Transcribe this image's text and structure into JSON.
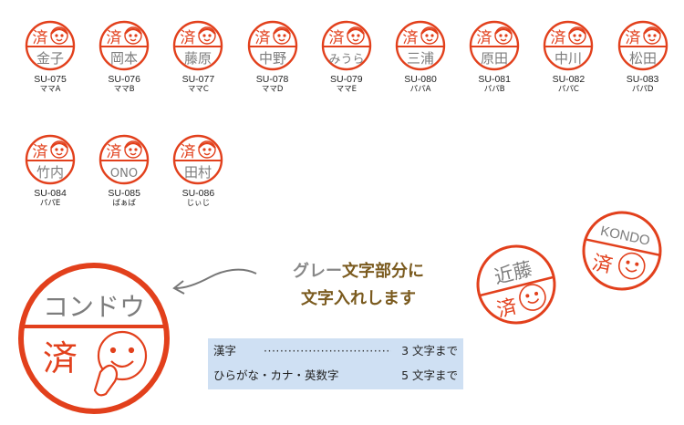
{
  "colors": {
    "stamp_red": "#e2401c",
    "stamp_gray": "#7d7d7d",
    "note_gray": "#888888",
    "note_brown": "#7a5a1e",
    "limits_bg": "#cfe0f3"
  },
  "stamp_top_char": "済",
  "stamps": [
    {
      "code": "SU-075",
      "name": "金子",
      "variant": "ママA",
      "face": "mama-a-face-icon"
    },
    {
      "code": "SU-076",
      "name": "岡本",
      "variant": "ママB",
      "face": "mama-b-face-icon"
    },
    {
      "code": "SU-077",
      "name": "藤原",
      "variant": "ママC",
      "face": "mama-c-face-icon"
    },
    {
      "code": "SU-078",
      "name": "中野",
      "variant": "ママD",
      "face": "mama-d-face-icon"
    },
    {
      "code": "SU-079",
      "name": "みうら",
      "variant": "ママE",
      "face": "mama-e-face-icon"
    },
    {
      "code": "SU-080",
      "name": "三浦",
      "variant": "パパA",
      "face": "papa-a-face-icon"
    },
    {
      "code": "SU-081",
      "name": "原田",
      "variant": "パパB",
      "face": "papa-b-face-icon"
    },
    {
      "code": "SU-082",
      "name": "中川",
      "variant": "パパC",
      "face": "papa-c-face-icon"
    },
    {
      "code": "SU-083",
      "name": "松田",
      "variant": "パパD",
      "face": "papa-d-face-icon"
    },
    {
      "code": "SU-084",
      "name": "竹内",
      "variant": "パパE",
      "face": "papa-e-face-icon"
    },
    {
      "code": "SU-085",
      "name": "ONO",
      "variant": "ばぁば",
      "face": "grandma-face-icon"
    },
    {
      "code": "SU-086",
      "name": "田村",
      "variant": "じぃじ",
      "face": "grandpa-face-icon"
    }
  ],
  "big_stamp": {
    "name": "コンドウ",
    "top_char": "済"
  },
  "note": {
    "line1_gray": "グレー",
    "line1_brown": "文字部分に",
    "line2": "文字入れします"
  },
  "limits": [
    {
      "label": "漢字",
      "dots": "·······································",
      "count": "3 文字まで"
    },
    {
      "label": "ひらがな・カナ・英数字",
      "dots": "",
      "count": "5 文字まで"
    }
  ],
  "examples": [
    {
      "name": "近藤",
      "top_char": "済"
    },
    {
      "name": "KONDO",
      "top_char": "済"
    }
  ]
}
